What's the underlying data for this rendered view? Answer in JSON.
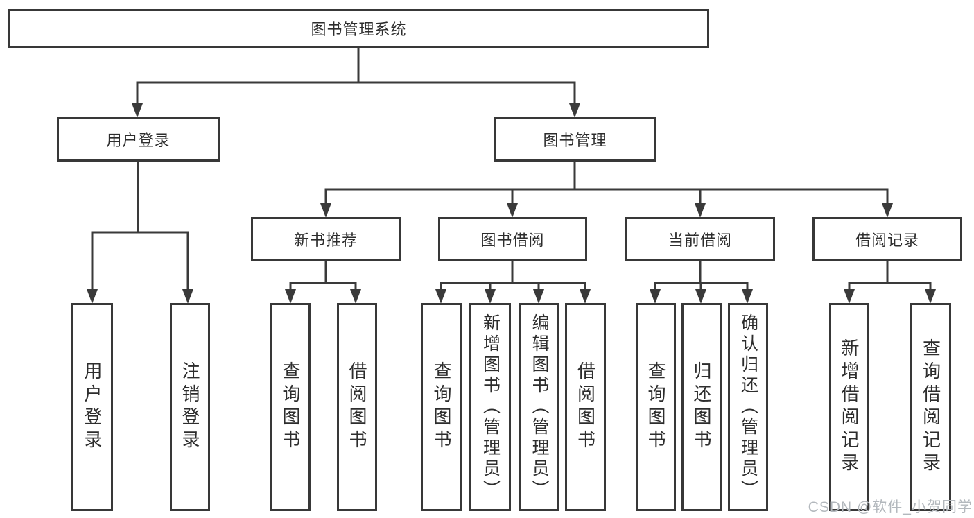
{
  "diagram": {
    "root": {
      "label": "图书管理系统"
    },
    "level2": [
      {
        "label": "用户登录"
      },
      {
        "label": "图书管理"
      }
    ],
    "level3": [
      {
        "label": "新书推荐"
      },
      {
        "label": "图书借阅"
      },
      {
        "label": "当前借阅"
      },
      {
        "label": "借阅记录"
      }
    ],
    "leaves": {
      "user_login": [
        "用户登录",
        "注销登录"
      ],
      "new_book_recommend": [
        "查询图书",
        "借阅图书"
      ],
      "book_borrow": [
        "查询图书",
        "新增图书（管理员）",
        "编辑图书（管理员）",
        "借阅图书"
      ],
      "current_borrow": [
        "查询图书",
        "归还图书",
        "确认归还（管理员）"
      ],
      "borrow_records": [
        "新增借阅记录",
        "查询借阅记录"
      ]
    }
  },
  "icons": {
    "arrow": "triangle-down"
  },
  "colors": {
    "line": "#3a3a3a",
    "box_border": "#383838",
    "text": "#2d2d2d",
    "watermark": "#b3b8bd",
    "background": "#ffffff"
  },
  "watermark": {
    "text": "CSDN @软件_小贺同学"
  }
}
